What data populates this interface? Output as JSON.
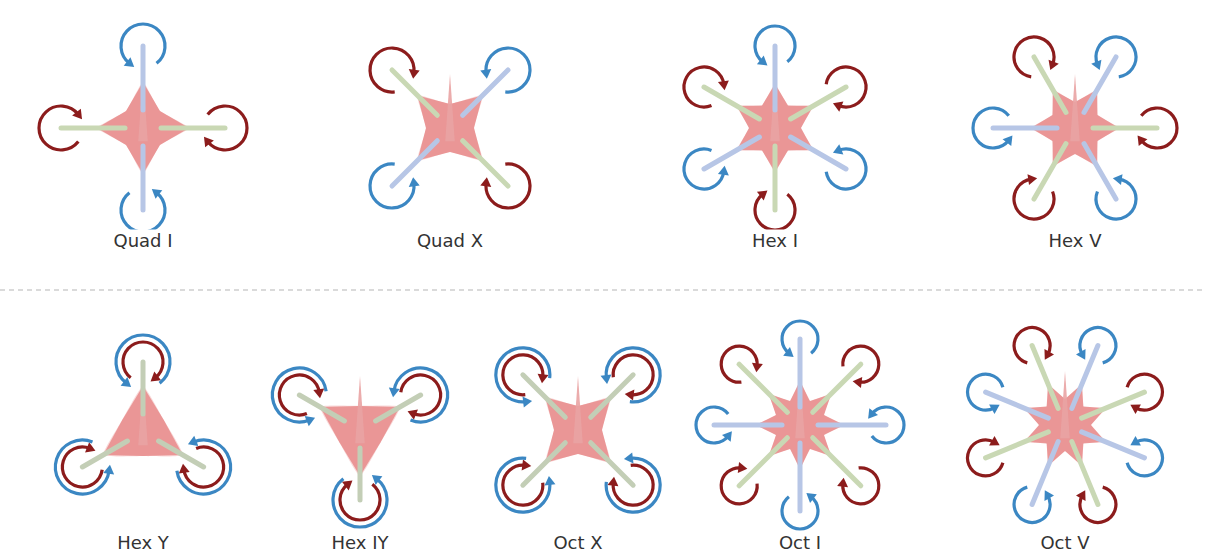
{
  "diagram": {
    "labels": [
      "Quad I",
      "Quad X",
      "Hex I",
      "Hex V",
      "Hex Y",
      "Hex IY",
      "Oct X",
      "Oct I",
      "Oct V"
    ]
  }
}
